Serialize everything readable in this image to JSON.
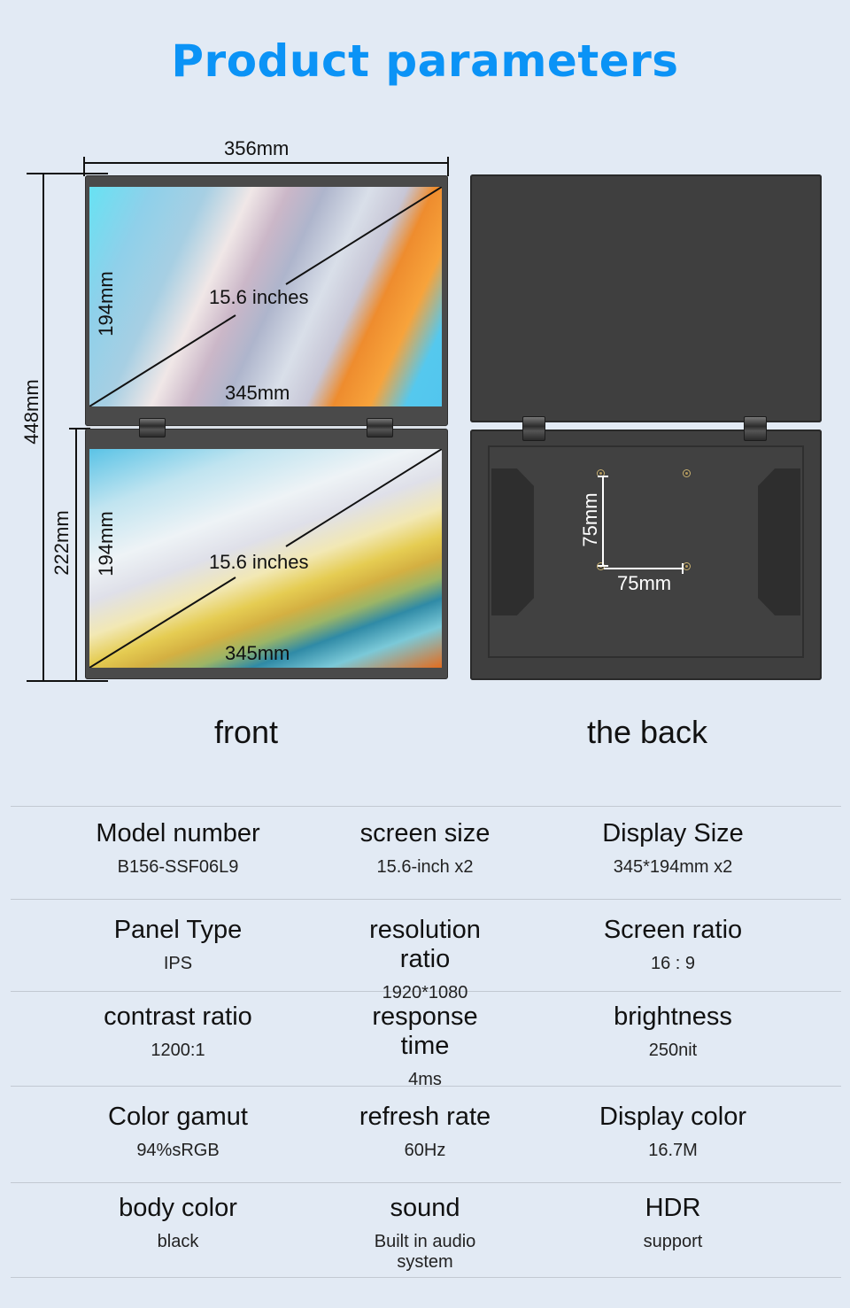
{
  "header": {
    "title": "Product parameters",
    "title_color": "#0b93f6"
  },
  "front_view": {
    "caption": "front",
    "overall_width": "356mm",
    "overall_height": "448mm",
    "lower_height": "222mm",
    "top_screen": {
      "diagonal": "15.6 inches",
      "width": "345mm",
      "height": "194mm"
    },
    "bottom_screen": {
      "diagonal": "15.6 inches",
      "width": "345mm",
      "height": "194mm"
    }
  },
  "back_view": {
    "caption": "the back",
    "vesa_vertical": "75mm",
    "vesa_horizontal": "75mm"
  },
  "specs": [
    [
      {
        "label": "Model number",
        "value": "B156-SSF06L9"
      },
      {
        "label": "screen size",
        "value": "15.6-inch x2"
      },
      {
        "label": "Display Size",
        "value": "345*194mm  x2"
      }
    ],
    [
      {
        "label": "Panel Type",
        "value": "IPS"
      },
      {
        "label": "resolution ratio",
        "value": "1920*1080"
      },
      {
        "label": "Screen ratio",
        "value": "16 : 9"
      }
    ],
    [
      {
        "label": "contrast ratio",
        "value": "1200:1"
      },
      {
        "label": "response time",
        "value": "4ms"
      },
      {
        "label": "brightness",
        "value": "250nit"
      }
    ],
    [
      {
        "label": "Color gamut",
        "value": "94%sRGB"
      },
      {
        "label": "refresh rate",
        "value": "60Hz"
      },
      {
        "label": "Display color",
        "value": "16.7M"
      }
    ],
    [
      {
        "label": "body color",
        "value": "black"
      },
      {
        "label": "sound",
        "value": "Built in audio system"
      },
      {
        "label": "HDR",
        "value": "support"
      }
    ]
  ]
}
